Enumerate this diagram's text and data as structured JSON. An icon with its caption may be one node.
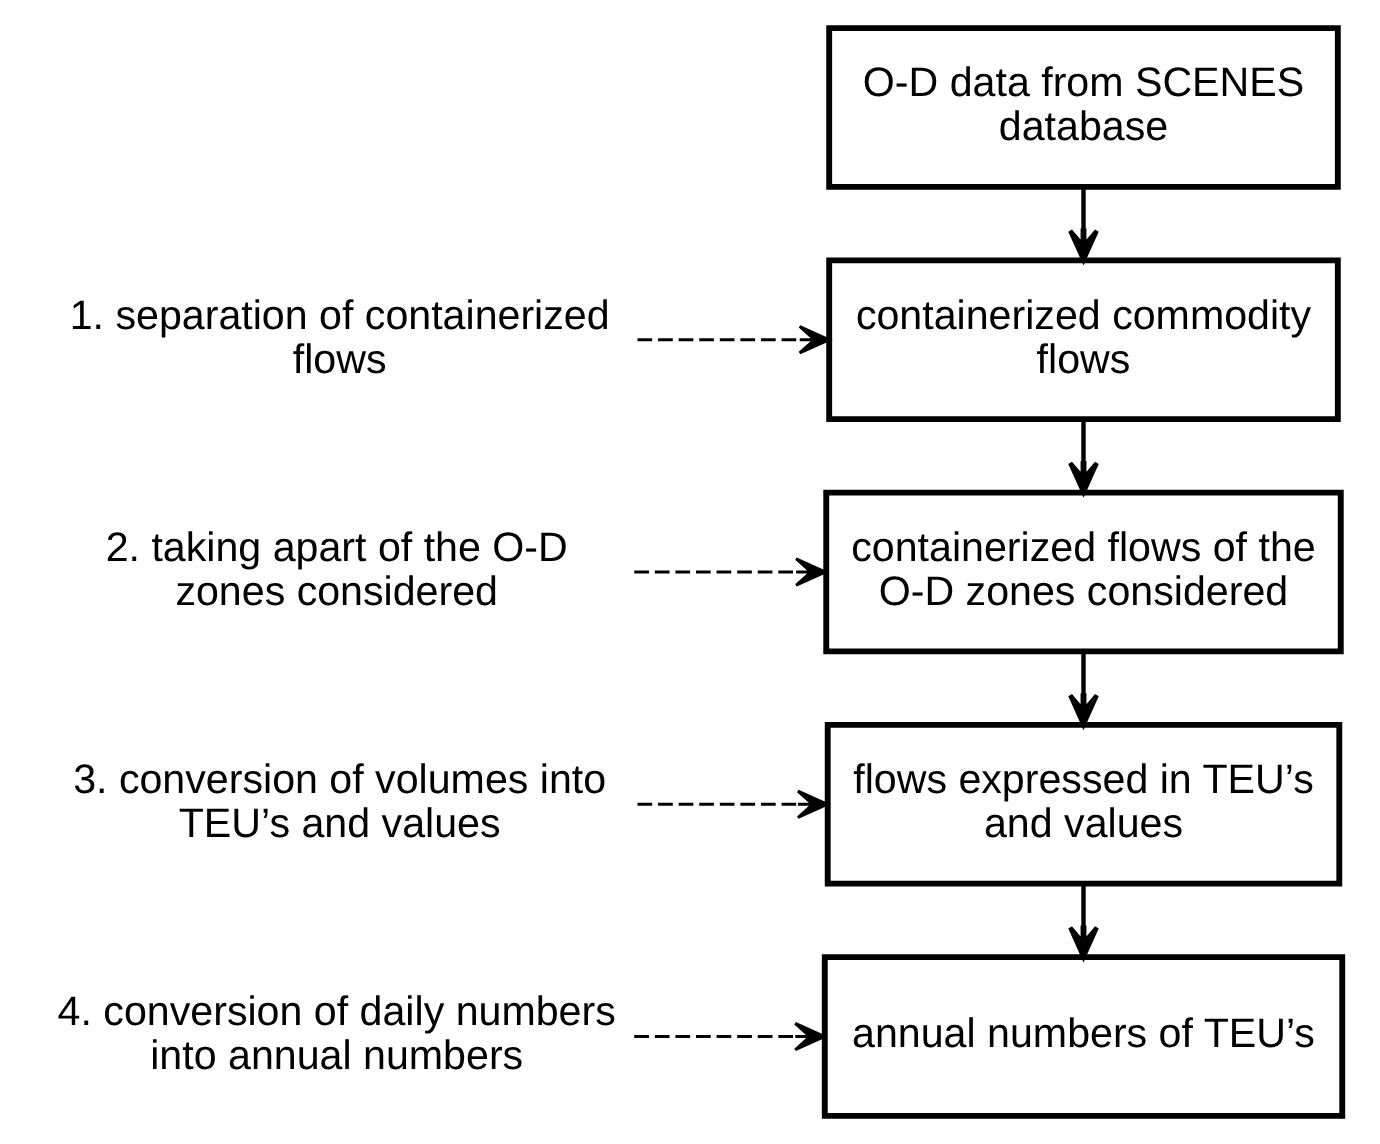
{
  "diagram": {
    "nodes": [
      {
        "text": [
          "O-D data from SCENES database"
        ]
      },
      {
        "text": [
          "1. separation of containerized flows"
        ]
      },
      {
        "text": [
          "containerized commodity flows"
        ]
      },
      {
        "text": [
          "2. taking apart of the O-D zones considered"
        ]
      },
      {
        "text": [
          "containerized flows of the O-D zones considered"
        ]
      },
      {
        "text": [
          "3. conversion of volumes into TEU’s and values"
        ]
      },
      {
        "text": [
          "flows expressed in TEU’s and values"
        ]
      },
      {
        "text": [
          "4. conversion of daily numbers into annual numbers"
        ]
      },
      {
        "text": [
          "annual numbers of TEU’s"
        ]
      }
    ],
    "edges": [
      {
        "from": 0,
        "to": 2,
        "arrow": "to"
      },
      {
        "from": 1,
        "to": 2,
        "arrow": "to",
        "style": "dashed"
      },
      {
        "from": 2,
        "to": 4,
        "arrow": "to"
      },
      {
        "from": 3,
        "to": 4,
        "arrow": "to",
        "style": "dashed"
      },
      {
        "from": 4,
        "to": 6,
        "arrow": "to"
      },
      {
        "from": 5,
        "to": 6,
        "arrow": "to",
        "style": "dashed"
      },
      {
        "from": 6,
        "to": 8,
        "arrow": "to"
      },
      {
        "from": 7,
        "to": 8,
        "arrow": "to",
        "style": "dashed"
      }
    ]
  }
}
